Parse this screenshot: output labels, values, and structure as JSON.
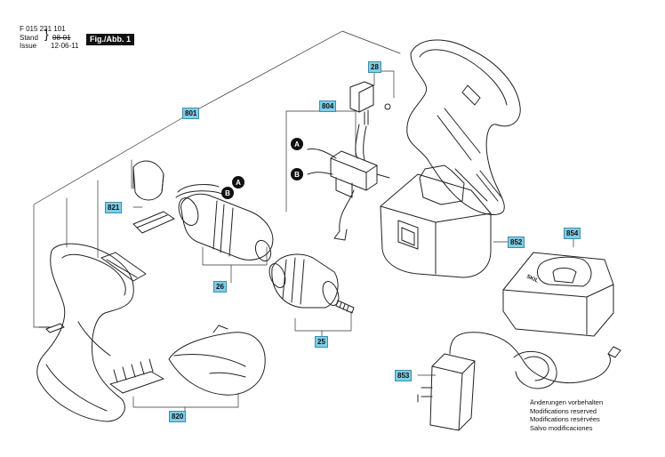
{
  "header": {
    "part_number": "F 015 231 101",
    "stand_label": "Stand",
    "issue_label": "Issue",
    "old_date": "08-01",
    "new_date": "12-06-11",
    "figure": "Fig./Abb. 1"
  },
  "labels": {
    "l801": "801",
    "l804": "804",
    "l28": "28",
    "l821": "821",
    "l26": "26",
    "l25": "25",
    "l820": "820",
    "l852": "852",
    "l854": "854",
    "l853": "853"
  },
  "markers": {
    "a": "A",
    "b": "B"
  },
  "charger_text": "SKIL",
  "notes": [
    "Änderungen vorbehalten",
    "Modifications reserved",
    "Modifications resérvées",
    "Salvo modificaciones"
  ]
}
